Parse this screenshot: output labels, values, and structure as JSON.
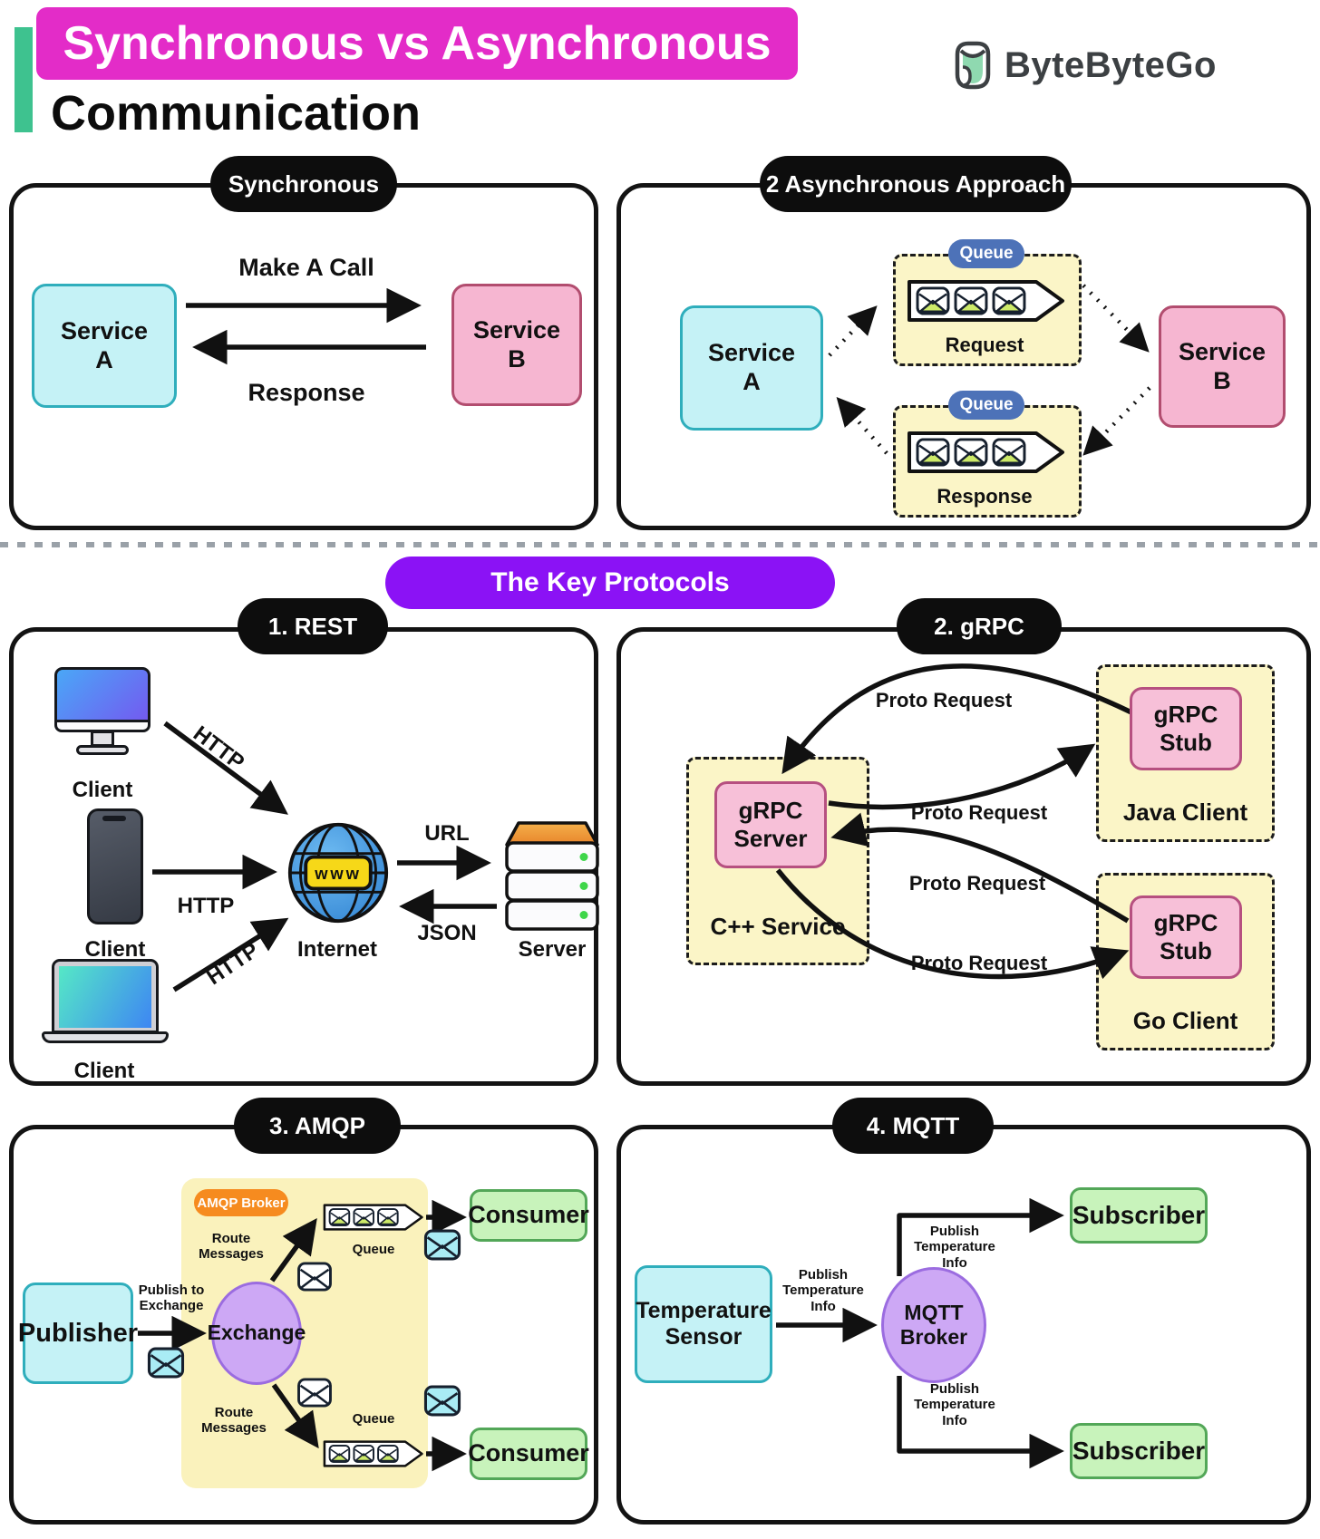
{
  "header": {
    "title_highlight": "Synchronous vs Asynchronous",
    "title_line2": "Communication",
    "brand": "ByteByteGo"
  },
  "banner": "The Key Protocols",
  "sync_panel": {
    "badge": "Synchronous",
    "service_a": "Service A",
    "service_b": "Service B",
    "arrow_top": "Make A Call",
    "arrow_bottom": "Response"
  },
  "async_panel": {
    "badge": "2 Asynchronous Approach",
    "service_a": "Service A",
    "service_b": "Service B",
    "queue_badge": "Queue",
    "request_label": "Request",
    "response_label": "Response"
  },
  "rest_panel": {
    "badge": "1. REST",
    "client_label": "Client",
    "http_label": "HTTP",
    "www": "www",
    "internet_label": "Internet",
    "url_label": "URL",
    "json_label": "JSON",
    "server_label": "Server"
  },
  "grpc_panel": {
    "badge": "2. gRPC",
    "proto_request": "Proto Request",
    "stub": "gRPC Stub",
    "server": "gRPC Server",
    "cpp": "C++ Service",
    "java": "Java Client",
    "go": "Go Client"
  },
  "amqp_panel": {
    "badge": "3. AMQP",
    "broker_badge": "AMQP Broker",
    "publisher": "Publisher",
    "publish_to": "Publish to Exchange",
    "exchange": "Exchange",
    "route": "Route Messages",
    "queue": "Queue",
    "consumer": "Consumer"
  },
  "mqtt_panel": {
    "badge": "4. MQTT",
    "sensor": "Temperature Sensor",
    "publish": "Publish Temperature Info",
    "broker": "MQTT Broker",
    "subscriber": "Subscriber"
  },
  "colors": {
    "magenta": "#E32CC8",
    "purple_banner": "#8B12F5",
    "cyan_fill": "#C5F2F6",
    "pink_fill": "#F6B6D1",
    "yellow_fill": "#FBF5C7",
    "green_fill": "#C8F3BB",
    "violet_fill": "#CDA8F5",
    "queue_blue": "#4D72B8",
    "orange": "#F68B1F",
    "green_bar": "#3EC28F"
  }
}
